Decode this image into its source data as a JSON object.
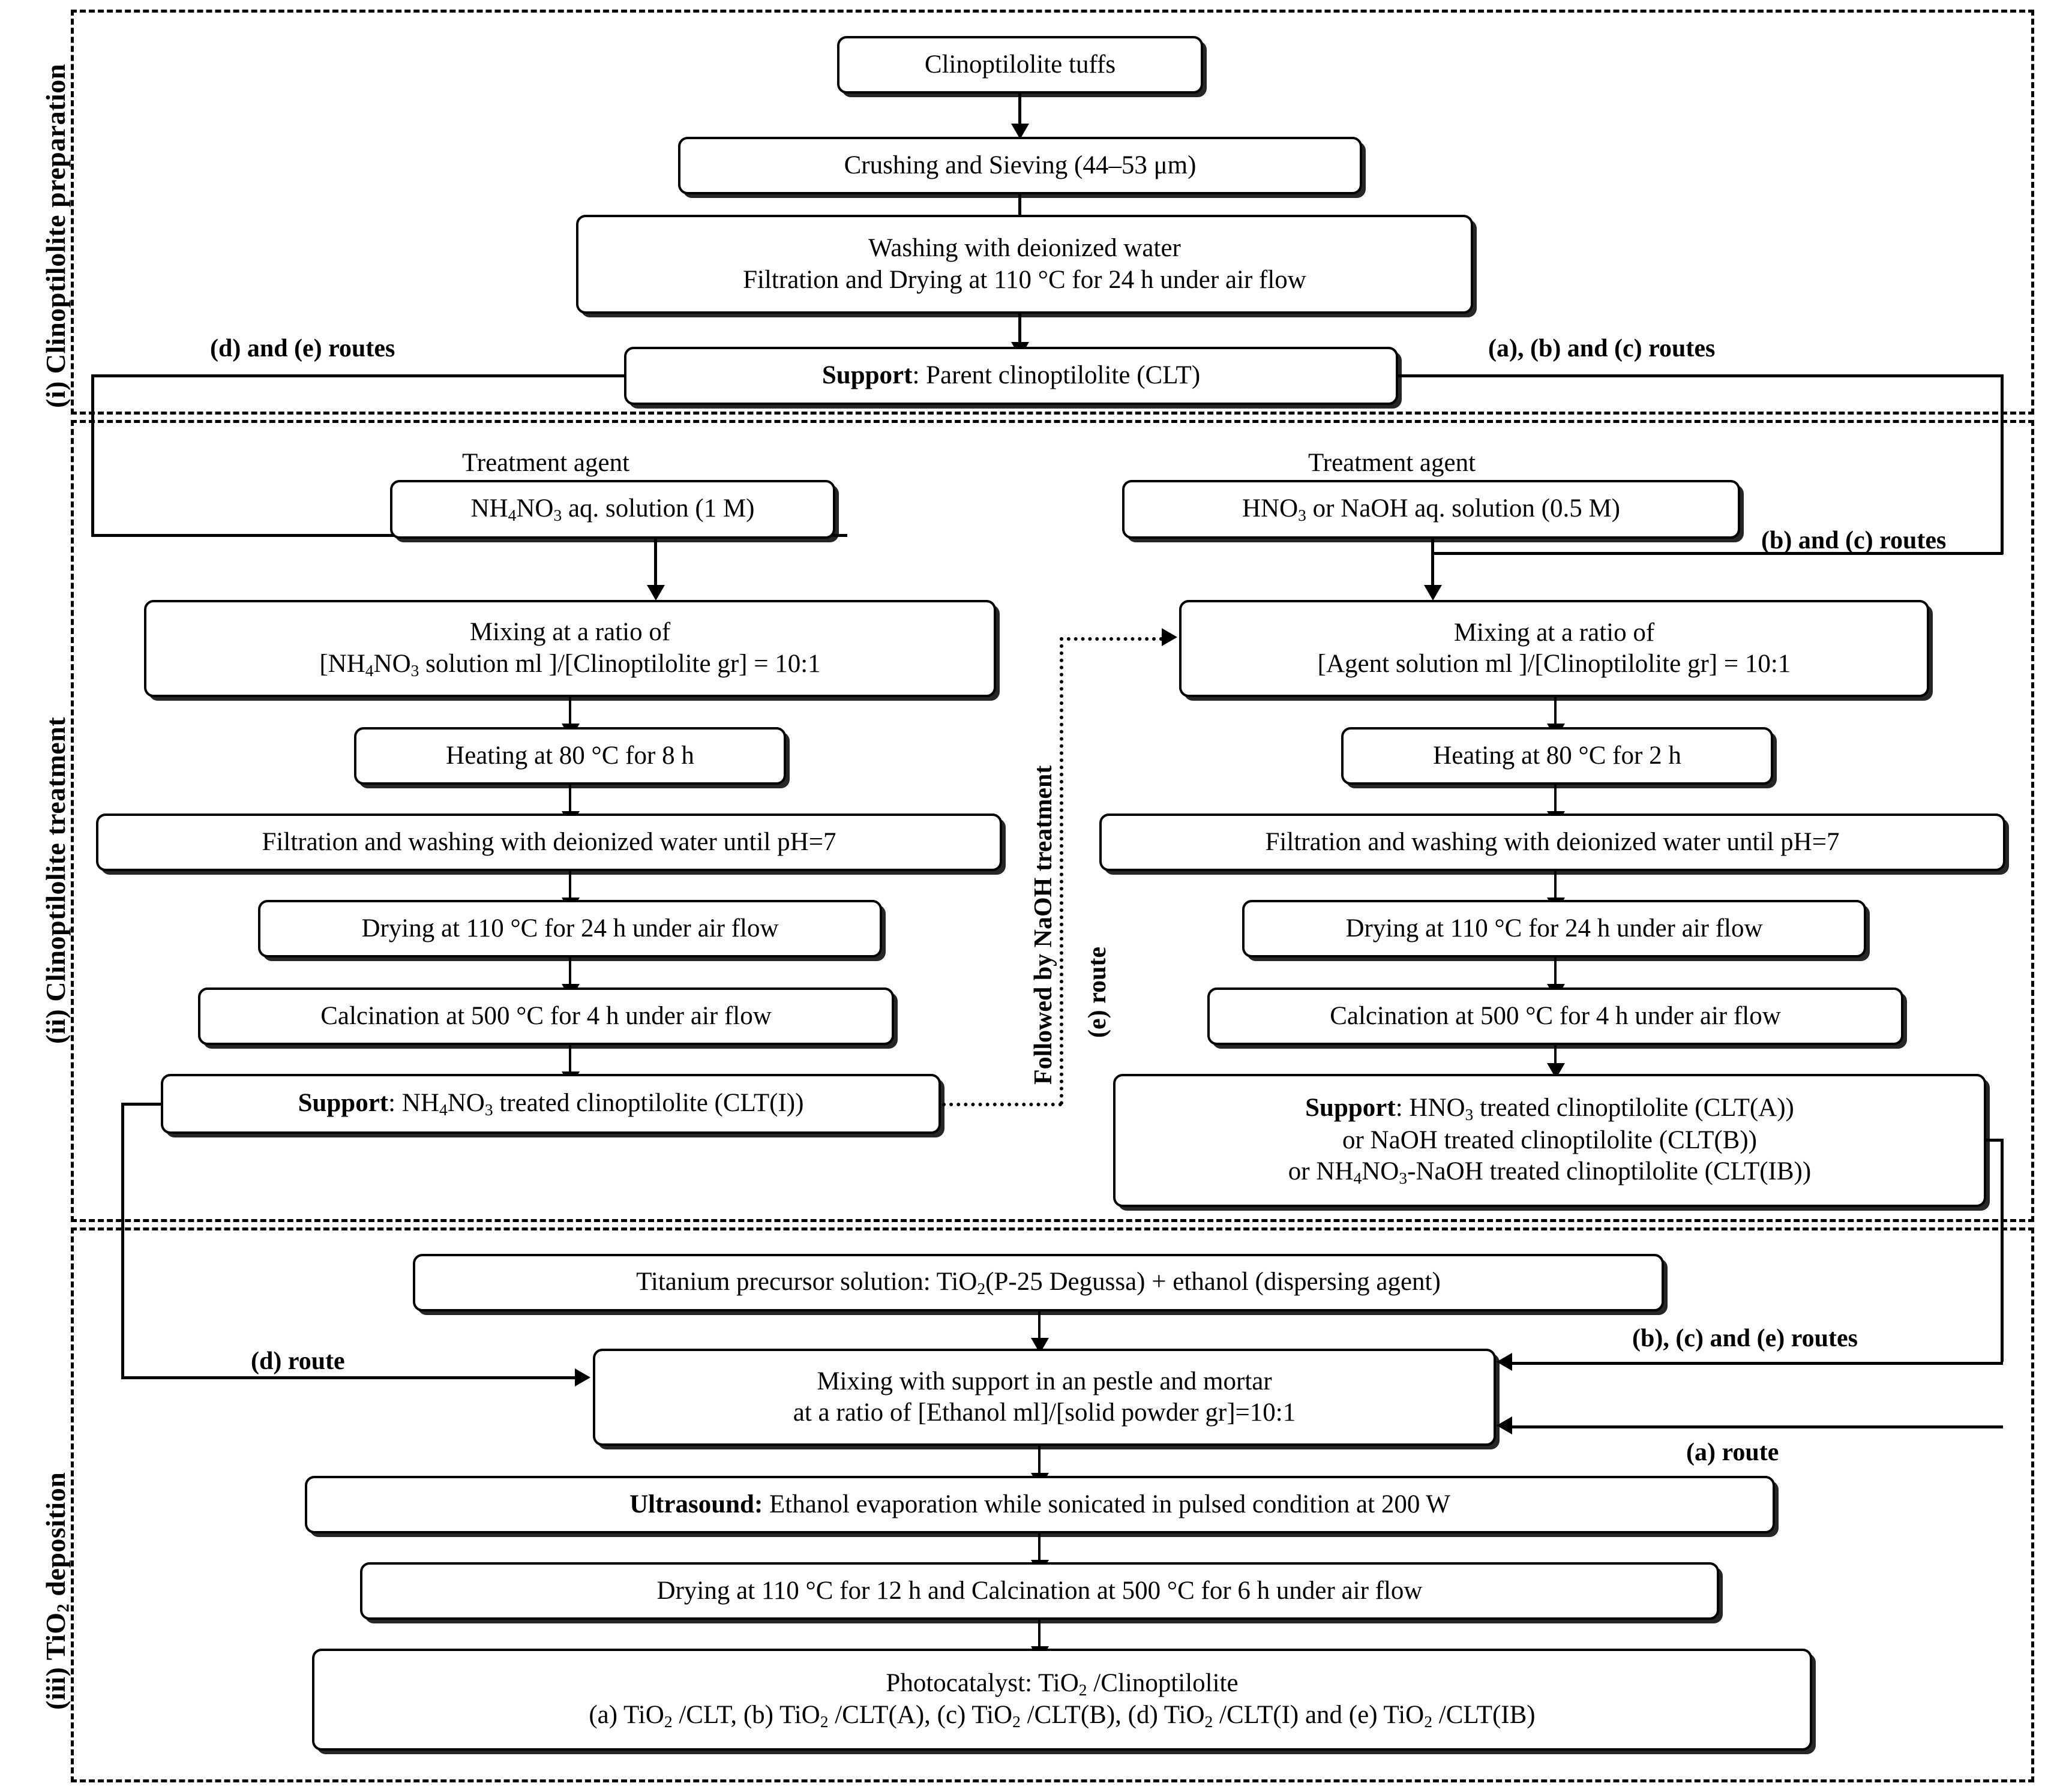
{
  "figure": {
    "type": "process-flowchart",
    "title": "Preparation of TiO2/Clinoptilolite photocatalysts"
  },
  "sections": [
    {
      "id": "i",
      "label": "(i) Clinoptilolite preparation"
    },
    {
      "id": "ii",
      "label": "(ii) Clinoptilolite treatment"
    },
    {
      "id": "iii",
      "label": "(iii) TiO2 deposition"
    }
  ],
  "stage1": {
    "box_tuffs": "Clinoptilolite tuffs",
    "box_crushing": "Crushing and Sieving  (44–53 μm)",
    "box_washing_l1": "Washing with deionized water",
    "box_washing_l2": "Filtration and Drying at 110 °C for 24 h under air flow",
    "box_support_bold": "Support",
    "box_support_rest": ": Parent clinoptilolite (CLT)",
    "route_left": "(d) and (e) routes",
    "route_right": "(a), (b) and (c) routes"
  },
  "stage2": {
    "left": {
      "caption_agent": "Treatment agent",
      "box_agent": "NH₄NO₃ aq. solution (1 M)",
      "box_mixing_l1": "Mixing at a ratio of",
      "box_mixing_l2": "[NH₄NO₃ solution ml ]/[Clinoptilolite gr] = 10:1",
      "box_heating": "Heating at 80 °C for 8 h",
      "box_filtration": "Filtration and washing with deionized water until pH=7",
      "box_drying": "Drying at 110 °C for 24 h under air flow",
      "box_calcination": "Calcination at 500 °C for 4 h under air flow",
      "box_support_bold": "Support",
      "box_support_rest": ": NH₄NO₃ treated clinoptilolite (CLT(I))"
    },
    "right": {
      "caption_agent": "Treatment agent",
      "box_agent": "HNO₃ or NaOH aq. solution (0.5 M)",
      "box_mixing_l1": "Mixing at a ratio of",
      "box_mixing_l2": "[Agent solution ml ]/[Clinoptilolite gr] = 10:1",
      "box_heating": "Heating at 80 °C for 2 h",
      "box_filtration": "Filtration and washing with deionized water until pH=7",
      "box_drying": "Drying at 110 °C for 24 h under air flow",
      "box_calcination": "Calcination at 500 °C for 4 h under air flow",
      "box_support_bold": "Support",
      "box_support_l1_rest": ": HNO₃ treated clinoptilolite (CLT(A))",
      "box_support_l2": "or NaOH treated clinoptilolite (CLT(B))",
      "box_support_l3": "or NH₄NO₃-NaOH treated clinoptilolite (CLT(IB))",
      "route_bc": "(b) and (c) routes"
    },
    "e_route_line1": "Followed by NaOH treatment",
    "e_route_line2": "(e) route"
  },
  "stage3": {
    "box_precursor": "Titanium precursor solution: TiO₂(P-25 Degussa) + ethanol (dispersing agent)",
    "box_mixing_l1": "Mixing with support in an pestle and mortar",
    "box_mixing_l2": "at a ratio of [Ethanol ml]/[solid powder gr]=10:1",
    "box_ultrasound_bold": "Ultrasound:",
    "box_ultrasound_rest": " Ethanol evaporation while  sonicated in pulsed condition at 200 W",
    "box_drycalc": "Drying at 110 °C for 12 h and Calcination at 500 °C for 6 h under air flow",
    "box_product_l1": "Photocatalyst: TiO₂ /Clinoptilolite",
    "box_product_l2": "(a) TiO₂ /CLT, (b) TiO₂ /CLT(A), (c) TiO₂ /CLT(B), (d) TiO₂ /CLT(I) and (e) TiO₂ /CLT(IB)",
    "route_d": "(d) route",
    "route_bce": "(b), (c) and (e) routes",
    "route_a": "(a) route"
  },
  "colors": {
    "stroke": "#000000",
    "background": "#ffffff"
  }
}
